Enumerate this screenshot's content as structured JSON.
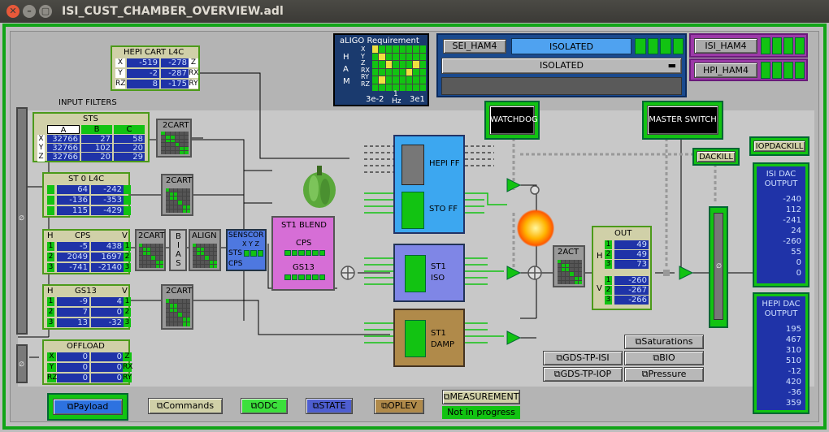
{
  "window": {
    "title": "ISI_CUST_CHAMBER_OVERVIEW.adl"
  },
  "requirement": {
    "title": "aLIGO Requirement",
    "side": [
      "H",
      "A",
      "M"
    ],
    "rows": [
      "X",
      "Y",
      "Z",
      "RX",
      "RY",
      "RZ"
    ],
    "xlabels": [
      "3e-2",
      "1",
      "3e1"
    ],
    "xunit": "Hz"
  },
  "status": {
    "sei_label": "SEI_HAM4",
    "state": "ISOLATED",
    "state_menu": "ISOLATED",
    "isi_label": "ISI_HAM4",
    "hpi_label": "HPI_HAM4"
  },
  "hepi_cart": {
    "title": "HEPI CART L4C",
    "rows": [
      {
        "a": "X",
        "v1": "-519",
        "v2": "-278",
        "b": "Z"
      },
      {
        "a": "Y",
        "v1": "-2",
        "v2": "-287",
        "b": "RX"
      },
      {
        "a": "RZ",
        "v1": "8",
        "v2": "-175",
        "b": "RY"
      }
    ]
  },
  "input_filters": {
    "title": "INPUT FILTERS"
  },
  "sts": {
    "title": "STS",
    "cols": [
      "A",
      "B",
      "C"
    ],
    "rows": [
      {
        "k": "X",
        "v": [
          "32766",
          "27",
          "58"
        ]
      },
      {
        "k": "Y",
        "v": [
          "32766",
          "102",
          "20"
        ]
      },
      {
        "k": "Z",
        "v": [
          "32766",
          "20",
          "29"
        ]
      }
    ]
  },
  "sto_l4c": {
    "title": "ST 0 L4C",
    "rows": [
      [
        "64",
        "-242"
      ],
      [
        "-136",
        "-353"
      ],
      [
        "115",
        "-429"
      ]
    ]
  },
  "cps": {
    "title": "CPS",
    "h": "H",
    "v": "V",
    "rows": [
      {
        "n": "1",
        "a": "-5",
        "b": "438",
        "m": "1"
      },
      {
        "n": "2",
        "a": "2049",
        "b": "1697",
        "m": "2"
      },
      {
        "n": "3",
        "a": "-741",
        "b": "-2140",
        "m": "3"
      }
    ]
  },
  "gs13": {
    "title": "GS13",
    "h": "H",
    "v": "V",
    "rows": [
      {
        "n": "1",
        "a": "-9",
        "b": "4",
        "m": "1"
      },
      {
        "n": "2",
        "a": "7",
        "b": "0",
        "m": "2"
      },
      {
        "n": "3",
        "a": "13",
        "b": "-32",
        "m": "3"
      }
    ]
  },
  "offload": {
    "title": "OFFLOAD",
    "rows": [
      {
        "a": "X",
        "v1": "0",
        "v2": "0",
        "b": "Z"
      },
      {
        "a": "Y",
        "v1": "0",
        "v2": "0",
        "b": "RX"
      },
      {
        "a": "RZ",
        "v1": "0",
        "v2": "0",
        "b": "RY"
      }
    ]
  },
  "blocks": {
    "cart": "2CART",
    "bias": [
      "B",
      "I",
      "A",
      "S"
    ],
    "align": "ALIGN",
    "sencor": "SENSCOR",
    "sencor_xyz": "X Y Z",
    "sts_label": "STS",
    "cps_label": "CPS",
    "blend": "ST1 BLEND",
    "blend_cps": "CPS",
    "blend_gs13": "GS13",
    "hepi_ff": "HEPI FF",
    "sto_ff": "STO FF",
    "st1_iso": [
      "ST1",
      "ISO"
    ],
    "st1_damp": [
      "ST1",
      "DAMP"
    ],
    "act": "2ACT",
    "watchdog": "WATCHDOG",
    "master": "MASTER SWITCH",
    "dackill": "DACKILL",
    "iopdackill": "IOPDACKILL"
  },
  "out": {
    "title": "OUT",
    "h": "H",
    "v": "V",
    "rows": [
      {
        "n": "1",
        "val": "49"
      },
      {
        "n": "2",
        "val": "49"
      },
      {
        "n": "3",
        "val": "73"
      },
      {
        "n": "1",
        "val": "-260"
      },
      {
        "n": "2",
        "val": "-267"
      },
      {
        "n": "3",
        "val": "-266"
      }
    ]
  },
  "isi_dac": {
    "title": "ISI DAC OUTPUT",
    "values": [
      "-240",
      "112",
      "-241",
      "24",
      "-260",
      "55",
      "0",
      "0"
    ]
  },
  "hepi_dac": {
    "title": "HEPI DAC OUTPUT",
    "values": [
      "195",
      "467",
      "310",
      "510",
      "-12",
      "420",
      "-36",
      "359"
    ]
  },
  "buttons": {
    "saturations": "Saturations",
    "gds_isi": "GDS-TP-ISI",
    "bio": "BIO",
    "gds_iop": "GDS-TP-IOP",
    "pressure": "Pressure",
    "payload": "Payload",
    "commands": "Commands",
    "odc": "ODC",
    "state": "STATE",
    "oplev": "OPLEV",
    "measurement": "MEASUREMENT",
    "measurement_status": "Not in progress"
  },
  "colors": {
    "frame": "#11a417",
    "green": "#12c312",
    "blue_val": "#1f33a8",
    "blend": "#d66ed6",
    "ff": "#3ca7f0",
    "iso": "#7f86e6",
    "damp": "#b08a4a"
  }
}
